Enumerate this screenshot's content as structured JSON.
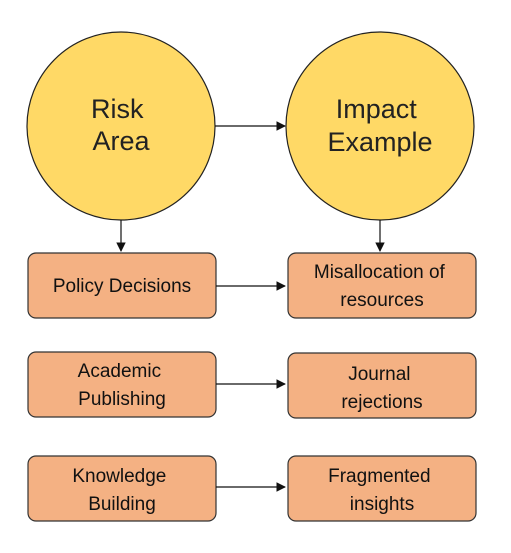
{
  "colors": {
    "circle_fill": "#FFD966",
    "box_fill": "#F4B183",
    "line": "#111111"
  },
  "headers": {
    "risk_area": [
      "Risk",
      "Area"
    ],
    "impact_example": [
      "Impact",
      "Example"
    ]
  },
  "rows": [
    {
      "risk": [
        "Policy Decisions"
      ],
      "impact": [
        "Misallocation of",
        "resources"
      ]
    },
    {
      "risk": [
        "Academic",
        "Publishing"
      ],
      "impact": [
        "Journal",
        "rejections"
      ]
    },
    {
      "risk": [
        "Knowledge",
        "Building"
      ],
      "impact": [
        "Fragmented",
        "insights"
      ]
    }
  ]
}
